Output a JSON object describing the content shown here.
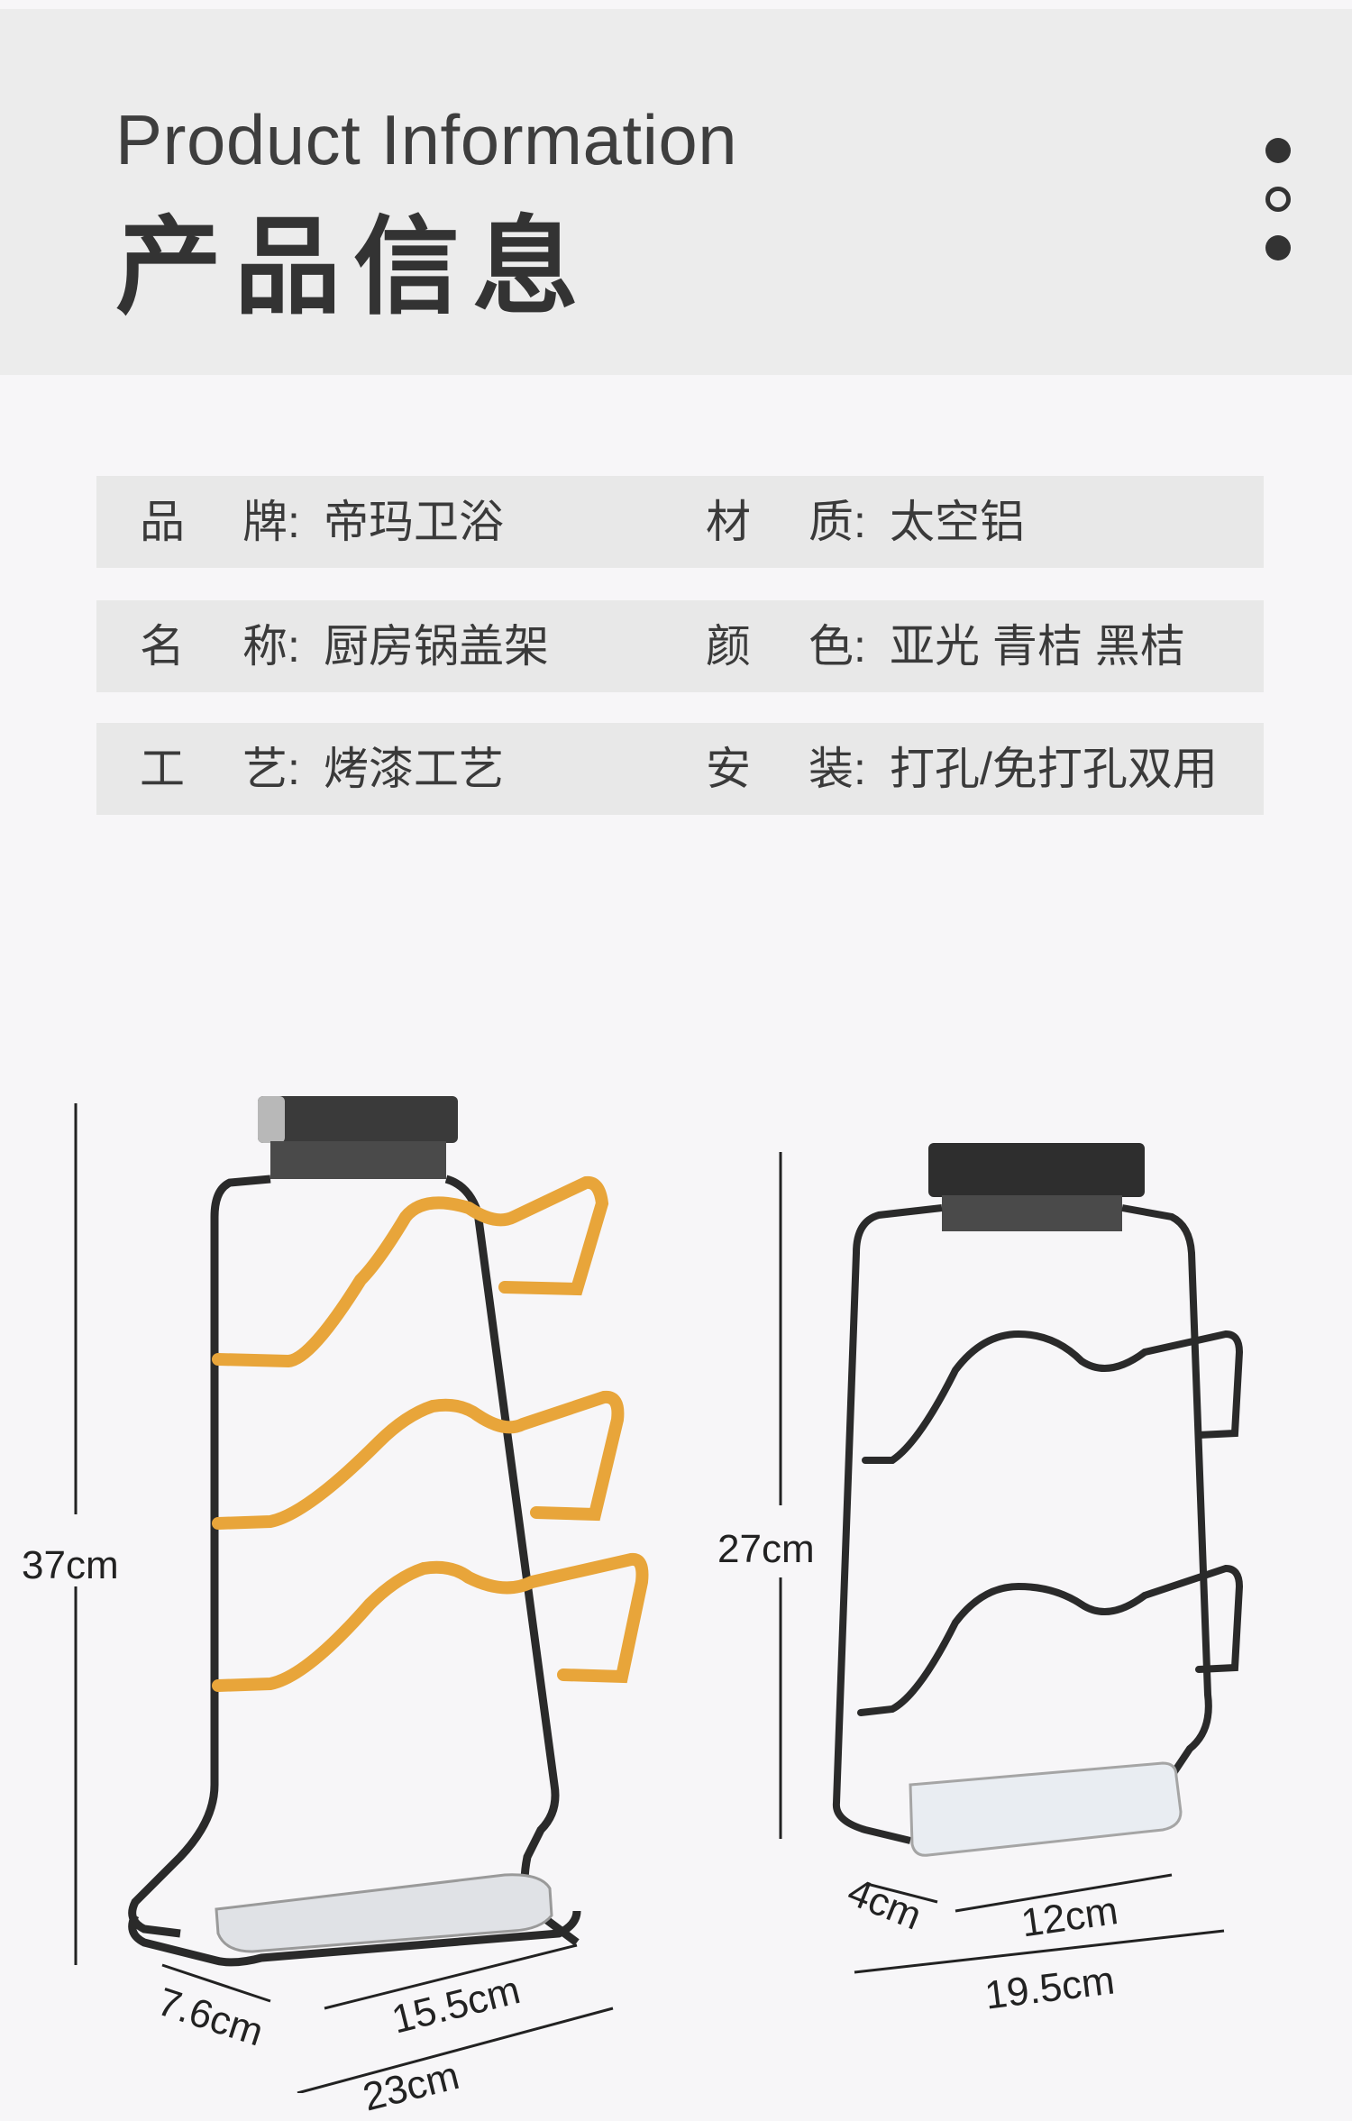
{
  "header": {
    "title_en": "Product Information",
    "title_cn": "产品信息"
  },
  "specs": [
    {
      "k1a": "品",
      "k1b": "牌:",
      "v1": "帝玛卫浴",
      "k2a": "材",
      "k2b": "质:",
      "v2": "太空铝"
    },
    {
      "k1a": "名",
      "k1b": "称:",
      "v1": "厨房锅盖架",
      "k2a": "颜",
      "k2b": "色:",
      "v2": "亚光 青桔 黑桔"
    },
    {
      "k1a": "工",
      "k1b": "艺:",
      "v1": "烤漆工艺",
      "k2a": "安",
      "k2b": "装:",
      "v2": "打孔/免打孔双用"
    }
  ],
  "dimensions": {
    "large": {
      "height": "37cm",
      "depth": "7.6cm",
      "inner": "15.5cm",
      "width": "23cm"
    },
    "small": {
      "height": "27cm",
      "depth": "4cm",
      "inner": "12cm",
      "width": "19.5cm"
    }
  },
  "colors": {
    "orange": "#e8a53a",
    "frame": "#2a2a2a",
    "header_bg": "#ececec",
    "row_bg": "#e8e8e8"
  }
}
